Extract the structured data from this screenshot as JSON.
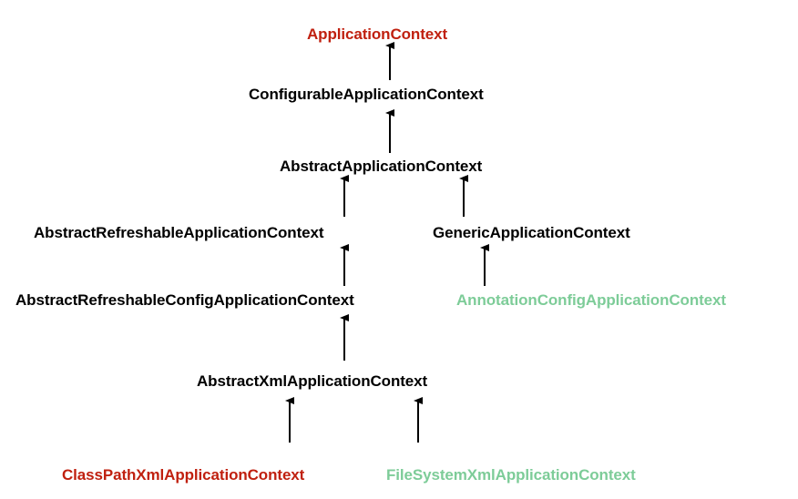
{
  "colors": {
    "black": "#000000",
    "red": "#c0200f",
    "green": "#7dcc98"
  },
  "nodes": {
    "application_context": {
      "label": "ApplicationContext",
      "color": "red"
    },
    "configurable_application_context": {
      "label": "ConfigurableApplicationContext",
      "color": "black"
    },
    "abstract_application_context": {
      "label": "AbstractApplicationContext",
      "color": "black"
    },
    "abstract_refreshable_application_context": {
      "label": "AbstractRefreshableApplicationContext",
      "color": "black"
    },
    "generic_application_context": {
      "label": "GenericApplicationContext",
      "color": "black"
    },
    "abstract_refreshable_config_application_context": {
      "label": "AbstractRefreshableConfigApplicationContext",
      "color": "black"
    },
    "annotation_config_application_context": {
      "label": "AnnotationConfigApplicationContext",
      "color": "green"
    },
    "abstract_xml_application_context": {
      "label": "AbstractXmlApplicationContext",
      "color": "black"
    },
    "class_path_xml_application_context": {
      "label": "ClassPathXmlApplicationContext",
      "color": "red"
    },
    "file_system_xml_application_context": {
      "label": "FileSystemXmlApplicationContext",
      "color": "green"
    }
  },
  "edges": [
    {
      "from": "configurable_application_context",
      "to": "application_context"
    },
    {
      "from": "abstract_application_context",
      "to": "configurable_application_context"
    },
    {
      "from": "abstract_refreshable_application_context",
      "to": "abstract_application_context"
    },
    {
      "from": "generic_application_context",
      "to": "abstract_application_context"
    },
    {
      "from": "abstract_refreshable_config_application_context",
      "to": "abstract_refreshable_application_context"
    },
    {
      "from": "annotation_config_application_context",
      "to": "generic_application_context"
    },
    {
      "from": "abstract_xml_application_context",
      "to": "abstract_refreshable_config_application_context"
    },
    {
      "from": "class_path_xml_application_context",
      "to": "abstract_xml_application_context"
    },
    {
      "from": "file_system_xml_application_context",
      "to": "abstract_xml_application_context"
    }
  ]
}
